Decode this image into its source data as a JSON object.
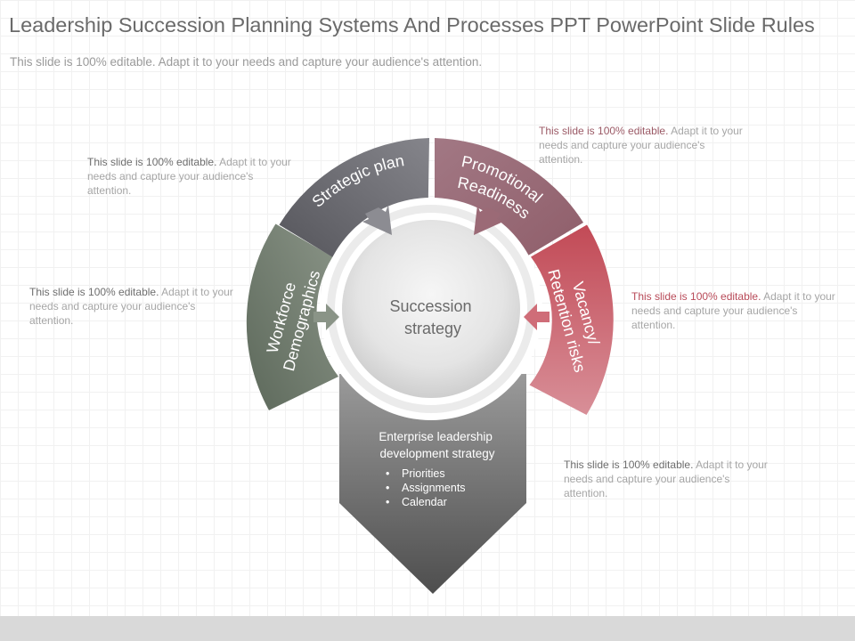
{
  "slide": {
    "title": "Leadership Succession Planning Systems And Processes PPT PowerPoint Slide Rules",
    "subtitle": "This slide is 100% editable. Adapt it to your needs and capture your audience's attention."
  },
  "diagram": {
    "center": {
      "line1": "Succession",
      "line2": "strategy"
    },
    "segments": [
      {
        "id": "workforce",
        "line1": "Workforce",
        "line2": "Demographics",
        "color": "#6e7a6c"
      },
      {
        "id": "strategic",
        "line1": "Strategic plan",
        "line2": "",
        "color": "#626268"
      },
      {
        "id": "promotional",
        "line1": "Promotional",
        "line2": "Readiness",
        "color": "#9b6a76"
      },
      {
        "id": "vacancy",
        "line1": "Vacancy/",
        "line2": "Retention risks",
        "color": "#b8424f"
      }
    ],
    "pointer": {
      "title_line1": "Enterprise leadership",
      "title_line2": "development strategy",
      "items": [
        "Priorities",
        "Assignments",
        "Calendar"
      ],
      "color": "#6f6f6f"
    }
  },
  "notes": [
    {
      "lead": "This slide is 100% editable.",
      "rest": "Adapt it to your needs and capture your audience's attention."
    },
    {
      "lead": "This slide is 100% editable.",
      "rest": "Adapt it to your needs and capture your audience's attention."
    },
    {
      "lead": "This slide is 100% editable.",
      "rest": "Adapt it to your needs and capture your audience's attention."
    },
    {
      "lead": "This slide is 100% editable.",
      "rest": "Adapt it to your needs and capture your audience's attention."
    },
    {
      "lead": "This slide is 100% editable.",
      "rest": "Adapt it to your needs and capture your audience's attention."
    }
  ]
}
